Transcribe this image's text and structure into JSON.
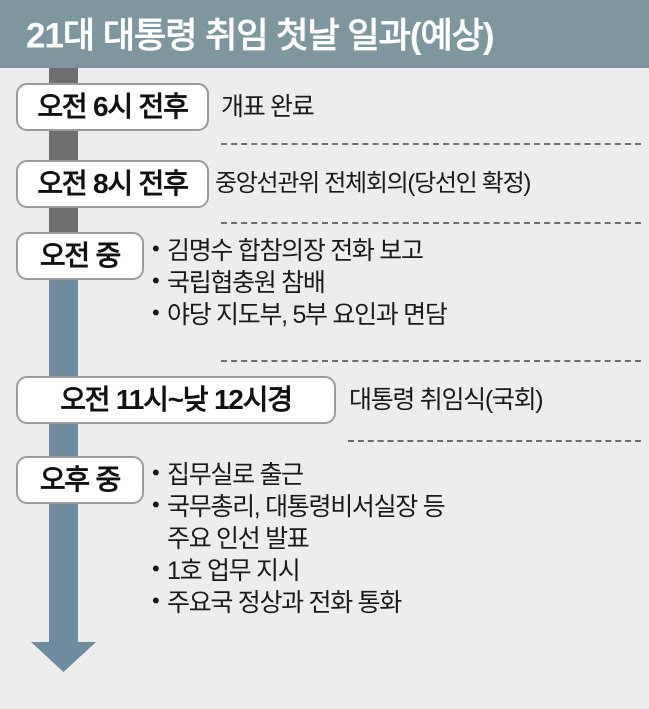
{
  "header": {
    "title": "21대 대통령 취임 첫날 일과(예상)",
    "background_color": "#7e979e",
    "text_color": "#ffffff"
  },
  "canvas": {
    "background_color": "#ededed"
  },
  "timeline": {
    "spine_top_color": "#6f6f6f",
    "spine_bottom_color": "#6e8c9e",
    "arrow_icon": "down-arrow-icon"
  },
  "rows": [
    {
      "time_label": "오전 6시 전후",
      "type": "single",
      "text": "개표 완료"
    },
    {
      "time_label": "오전 8시 전후",
      "type": "single",
      "text": "중앙선관위 전체회의(당선인 확정)"
    },
    {
      "time_label": "오전 중",
      "type": "bullets",
      "items": [
        "김명수 합참의장 전화 보고",
        "국립협충원 참배",
        "야당 지도부, 5부 요인과 면담"
      ]
    },
    {
      "time_label": "오전 11시~낮 12시경",
      "type": "single",
      "text": "대통령 취임식(국회)"
    },
    {
      "time_label": "오후 중",
      "type": "bullets",
      "items": [
        "집무실로 출근",
        "국무총리, 대통령비서실장 등\n주요 인선 발표",
        "1호 업무 지시",
        "주요국 정상과 전화 통화"
      ]
    }
  ]
}
